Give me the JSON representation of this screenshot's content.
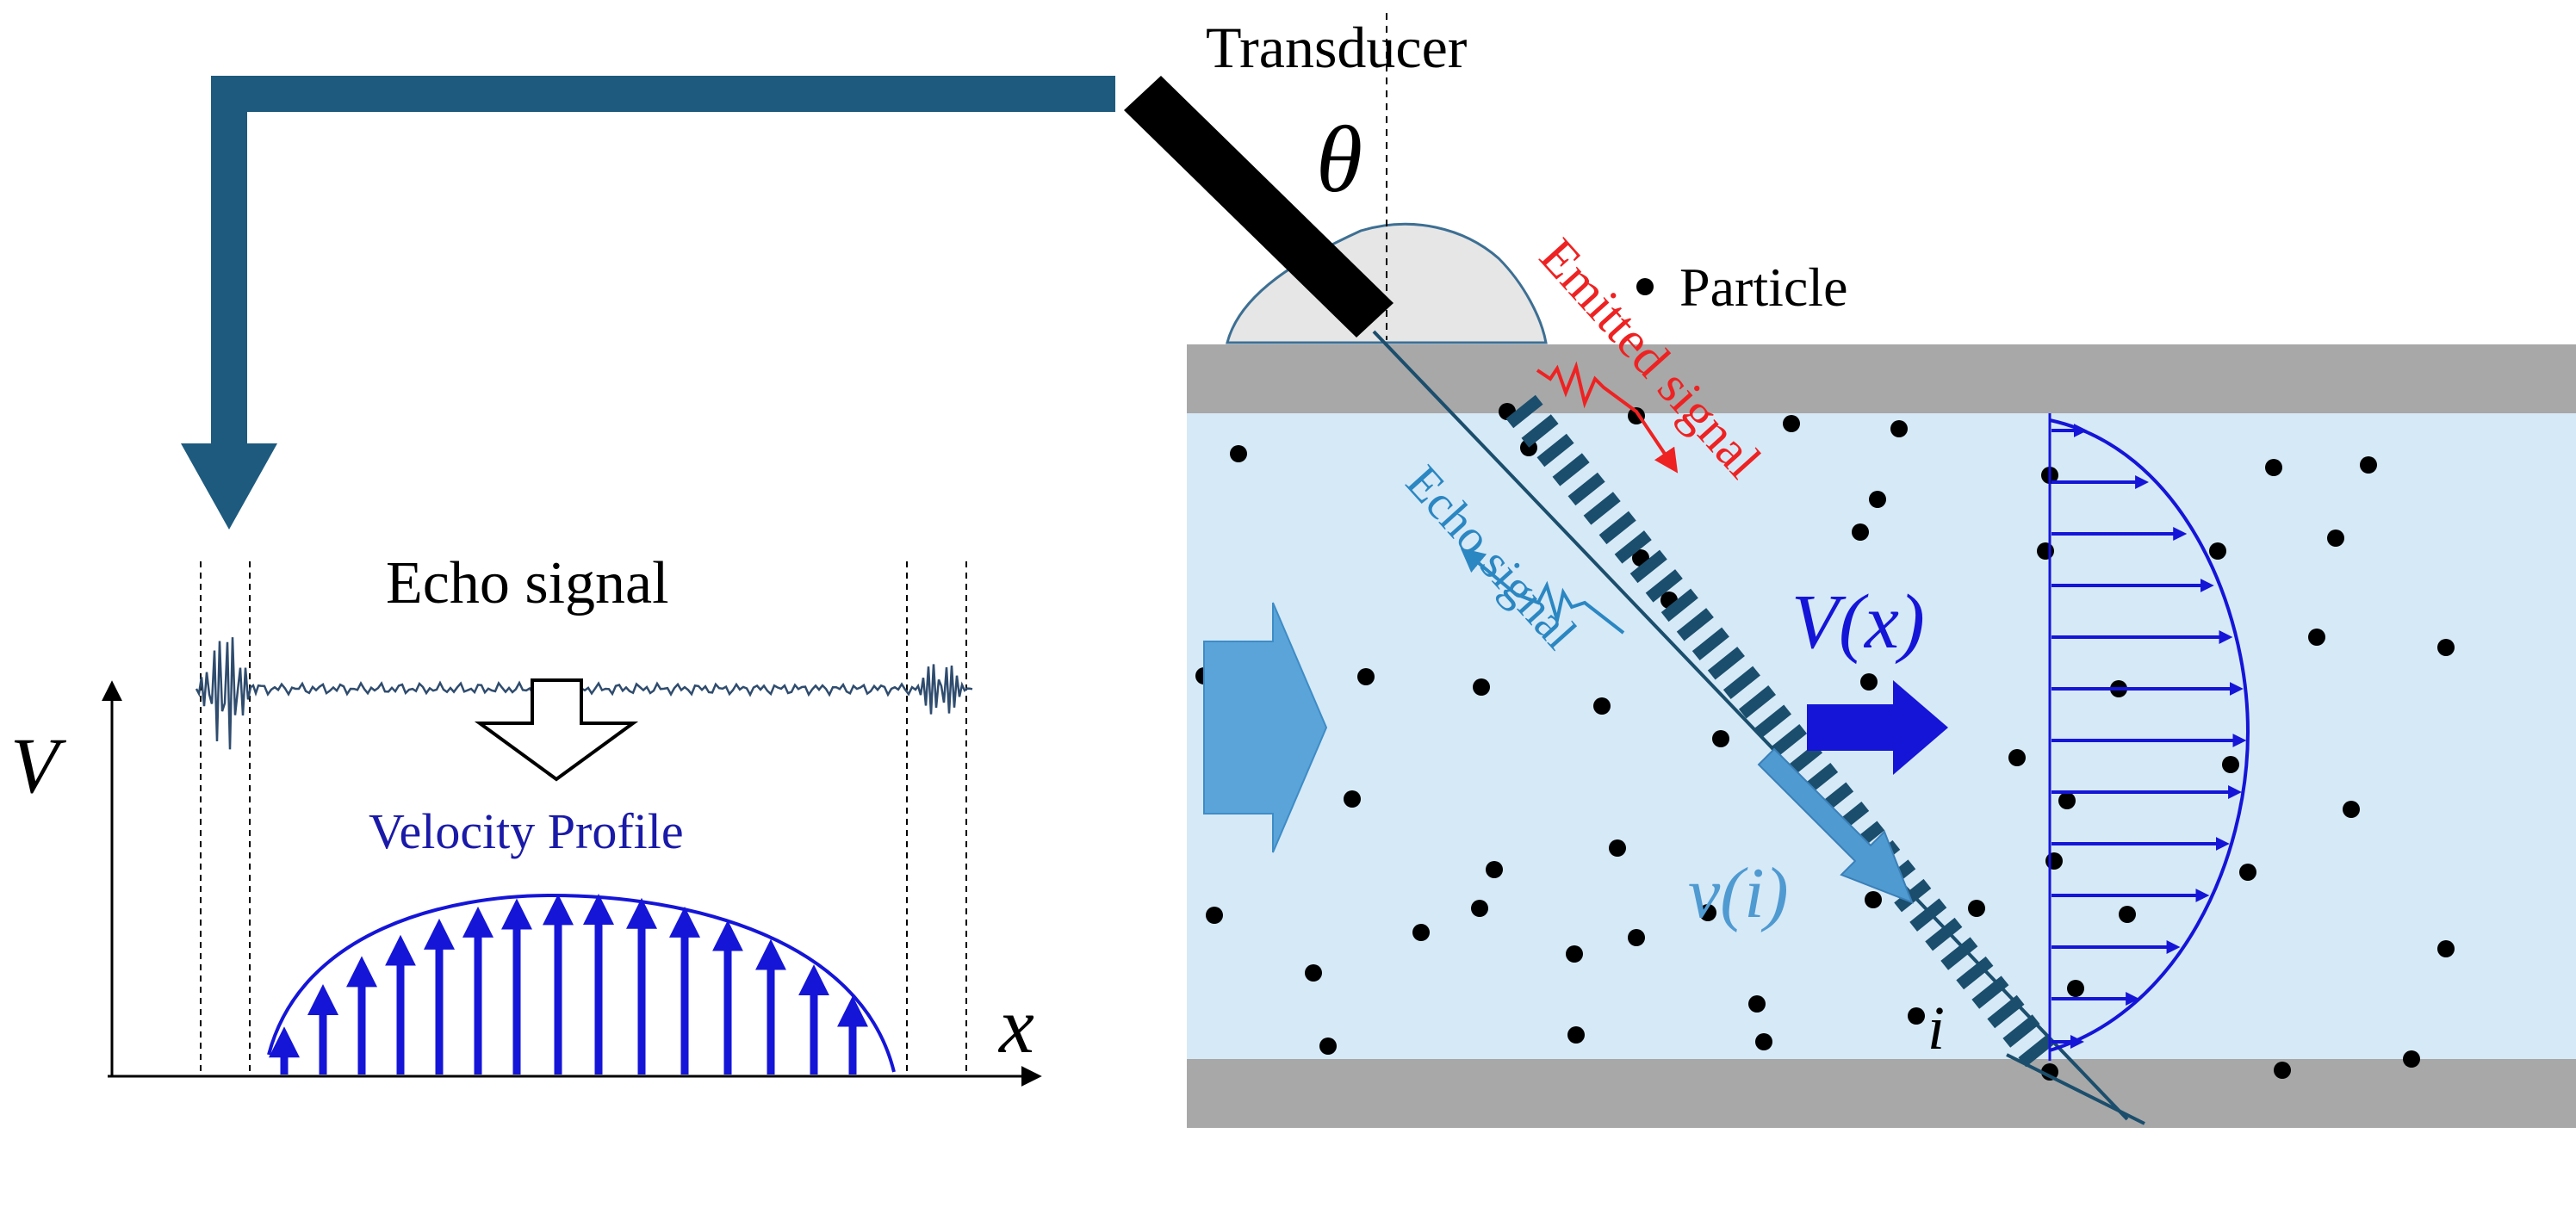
{
  "labels": {
    "transducer": "Transducer",
    "theta": "θ",
    "particle": "Particle",
    "emitted_signal": "Emitted signal",
    "echo_signal_pipe": "Echo signal",
    "echo_signal_plot": "Echo signal",
    "velocity_profile": "Velocity Profile",
    "axis_v": "V",
    "axis_x": "x",
    "V_of_x": "V(x)",
    "v_of_i": "v(i)",
    "i": "i"
  },
  "colors": {
    "pipe_wall": "#a8a8a8",
    "fluid": "#d6e9f7",
    "feedback_arrow": "#1d5a7e",
    "profile_blue": "#1515d8",
    "flow_arrow": "#5aa4d9",
    "beam": "#1b4e6c",
    "emitted": "#ee2222",
    "echo": "#2b87c2",
    "particle": "#000000",
    "coupling_gel": "#e6e6e6"
  }
}
